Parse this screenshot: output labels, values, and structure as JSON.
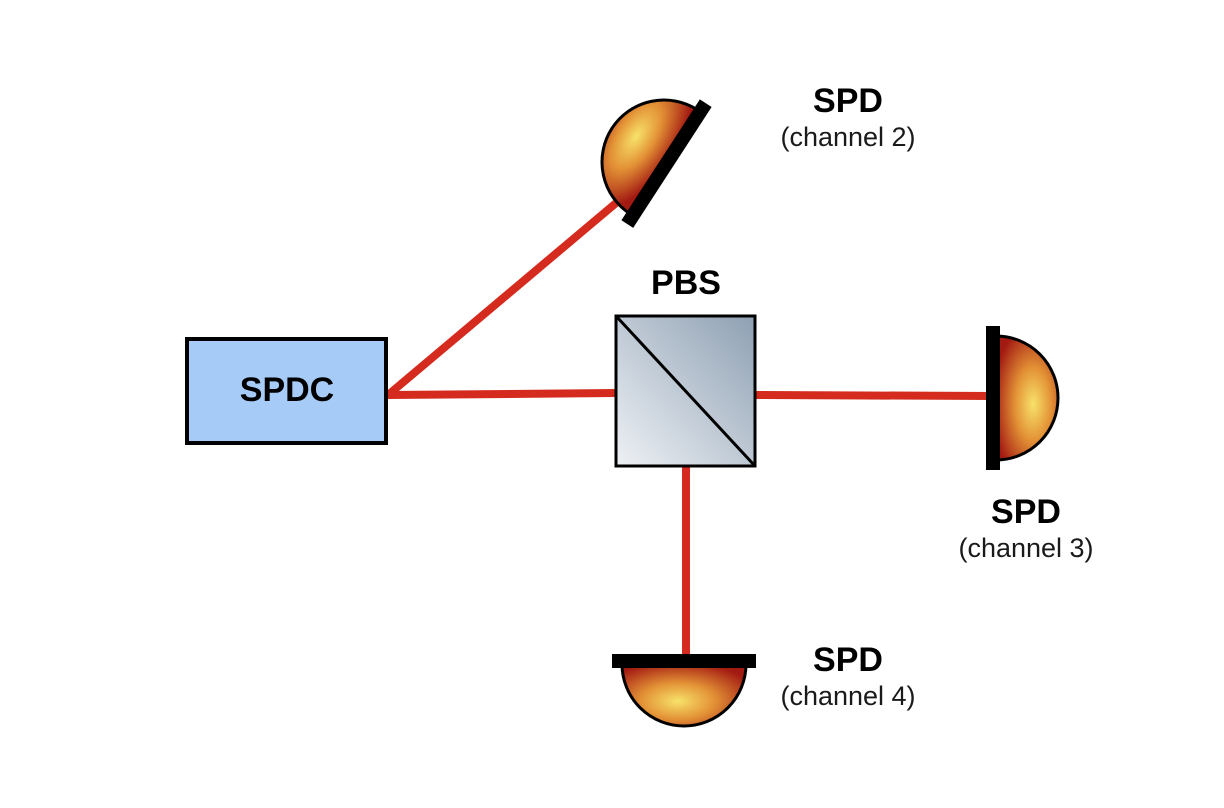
{
  "source": {
    "label": "SPDC"
  },
  "splitter": {
    "label": "PBS"
  },
  "detectors": [
    {
      "name": "SPD",
      "channel": "(channel 2)"
    },
    {
      "name": "SPD",
      "channel": "(channel 3)"
    },
    {
      "name": "SPD",
      "channel": "(channel 4)"
    }
  ],
  "colors": {
    "beam": "#d42b1e",
    "source_fill": "#a6cbf7",
    "detector_plate": "#000000"
  }
}
